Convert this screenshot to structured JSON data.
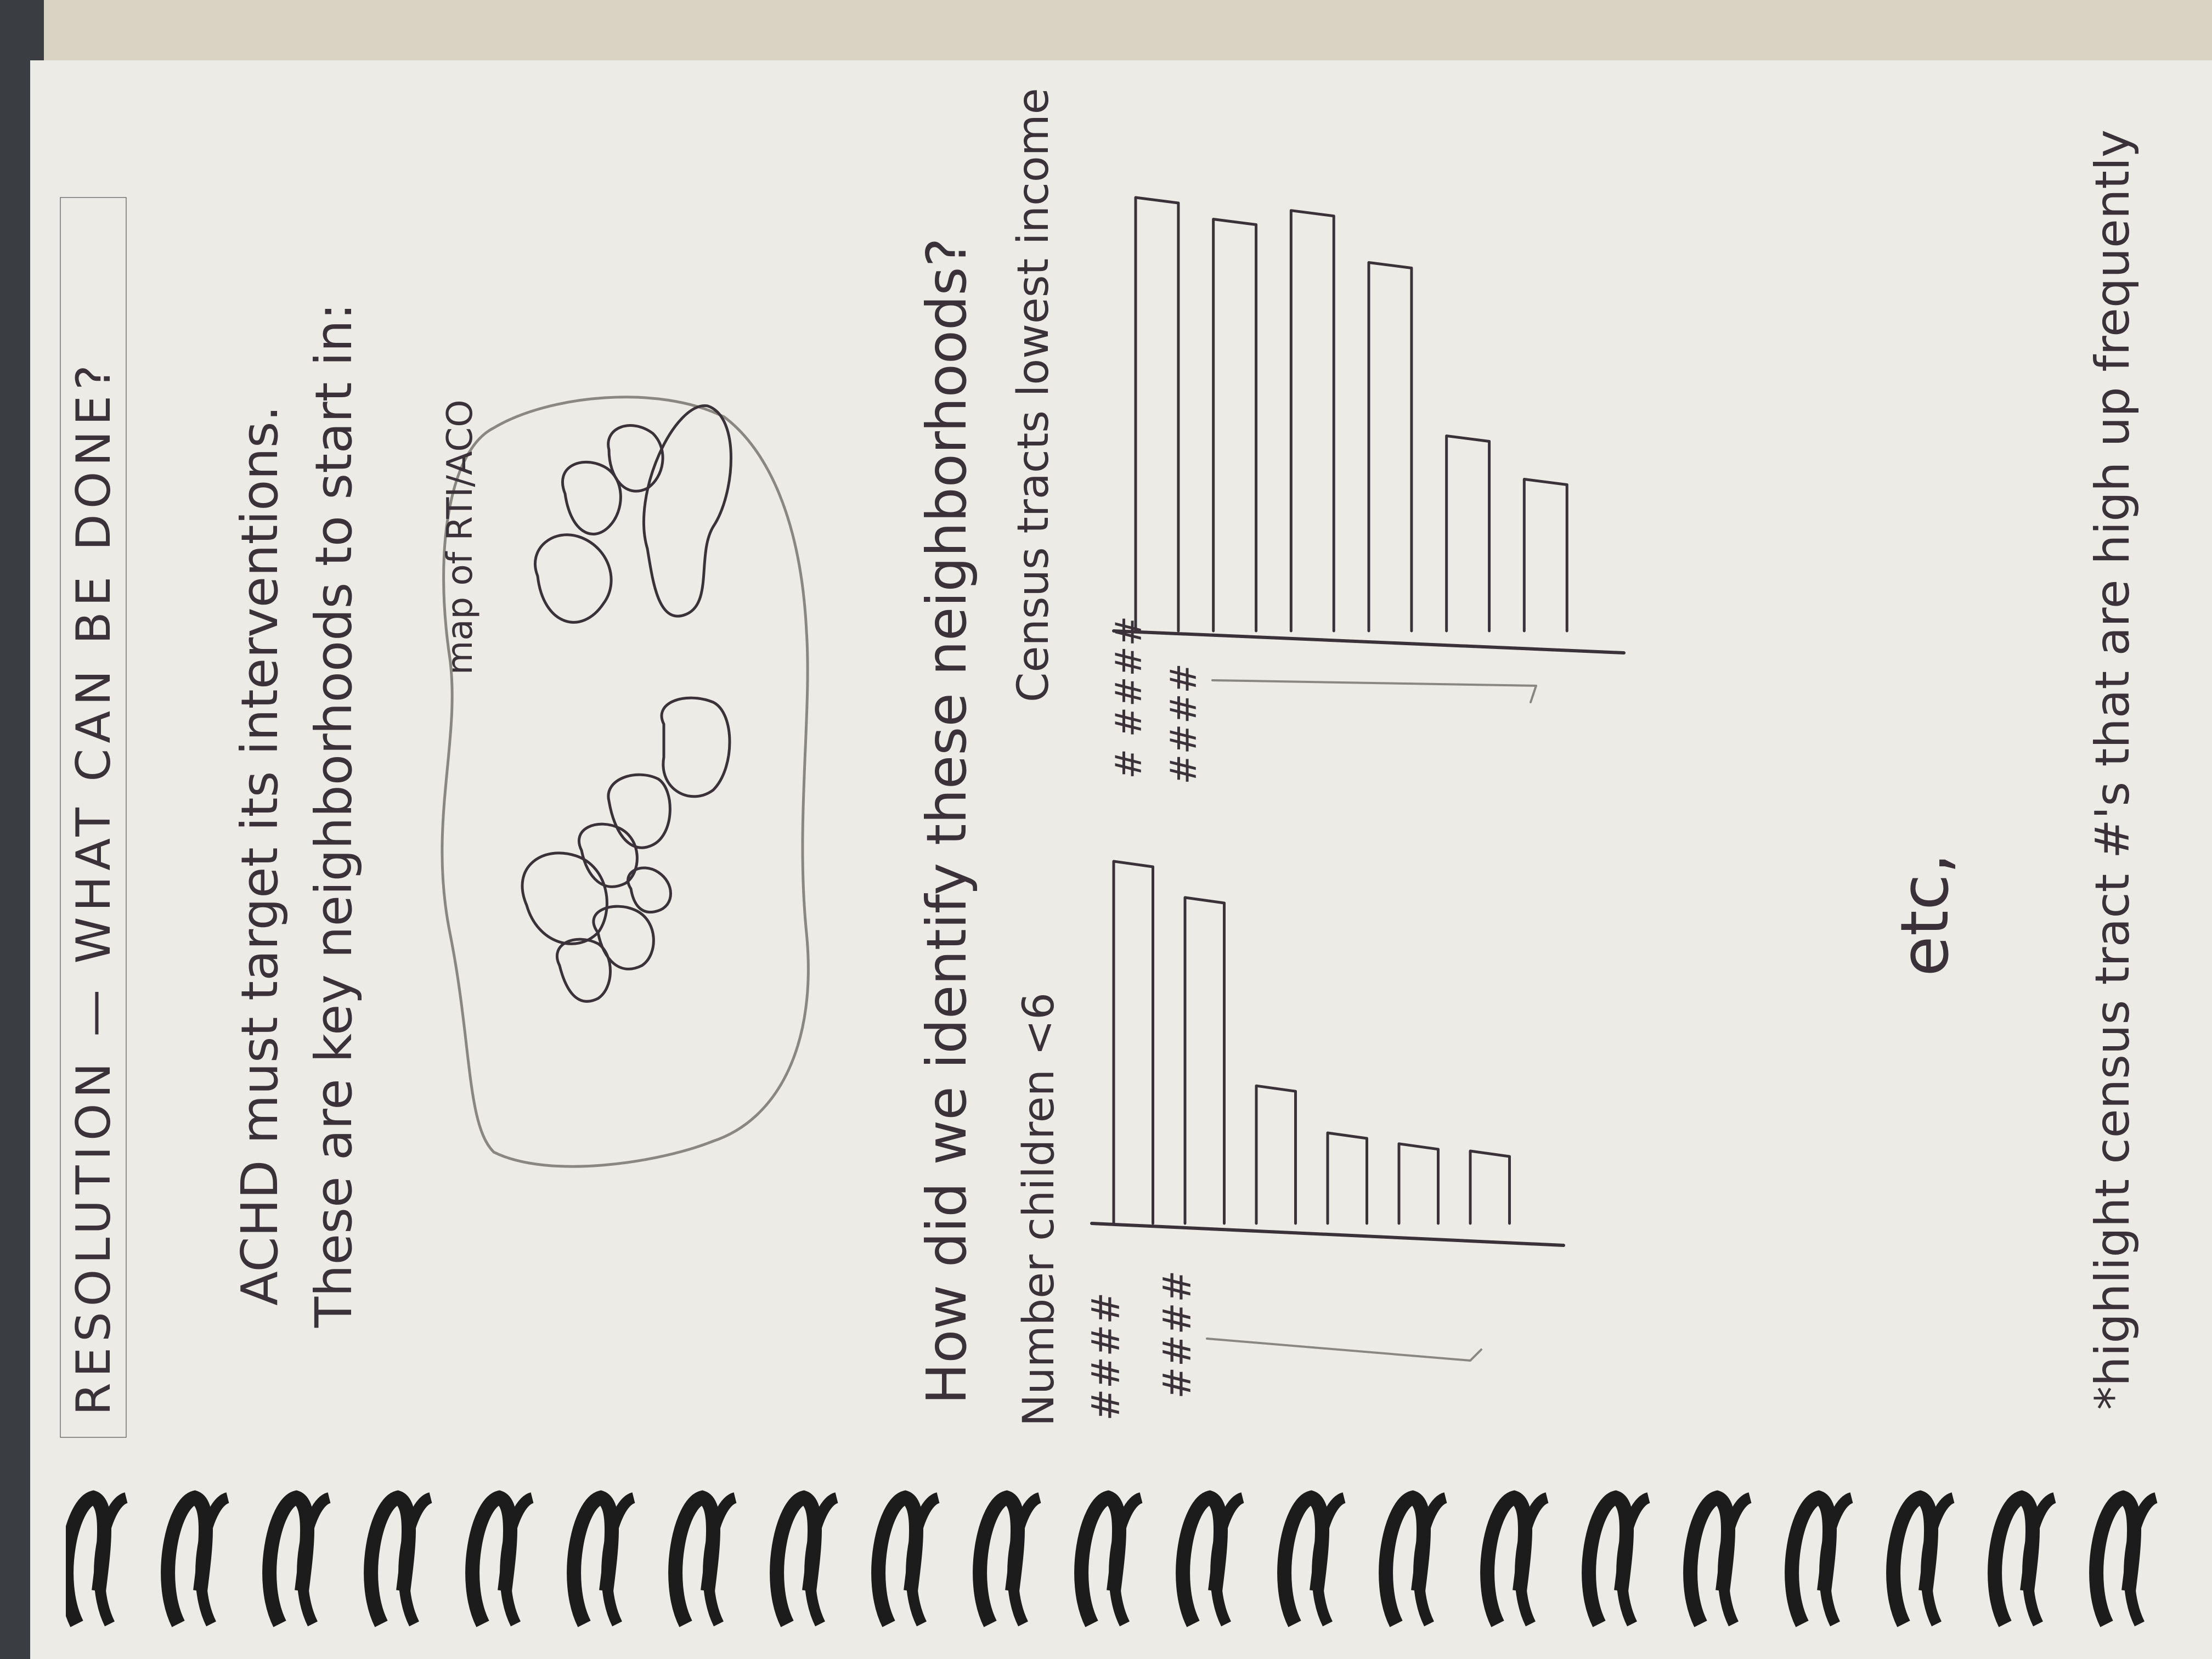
{
  "note": {
    "heading": "RESOLUTION — WHAT CAN BE DONE?",
    "line1": "ACHD must target its interventions.",
    "line2": "These are key neighborhoods to start in:",
    "map_label": "map of RTI/ACO",
    "question": "How did we identify these neighborhoods?",
    "chart1_title": "Number children <6",
    "chart2_title": "Census tracts lowest income",
    "row_label": "####",
    "row_label_alt": "# ####",
    "etc": "etc,",
    "footer": "*highlight census tract #'s that are high up frequently"
  },
  "colors": {
    "ink": "#3a3238",
    "pencil": "#8a8680",
    "paper": "#ecebe6"
  },
  "chart_data": [
    {
      "type": "bar",
      "title": "Number children <6",
      "categories": [
        "####",
        "####",
        "",
        "",
        "",
        ""
      ],
      "values": [
        100,
        90,
        38,
        25,
        22,
        20
      ]
    },
    {
      "type": "bar",
      "title": "Census tracts lowest income",
      "categories": [
        "# ####",
        "####",
        "",
        "",
        "",
        "",
        ""
      ],
      "values": [
        100,
        95,
        97,
        85,
        45,
        35
      ]
    }
  ]
}
